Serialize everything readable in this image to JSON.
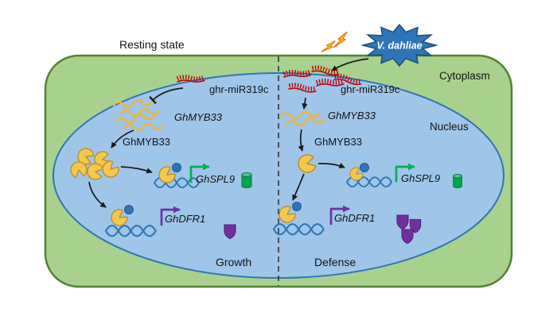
{
  "titles": {
    "left_state": "Resting state",
    "cytoplasm": "Cytoplasm",
    "nucleus": "Nucleus"
  },
  "pathogen": {
    "name": "V. dahliae"
  },
  "left": {
    "mirna": "ghr-miR319c",
    "mrna": "GhMYB33",
    "protein": "GhMYB33",
    "gene_growth": "GhSPL9",
    "gene_defense": "GhDFR1",
    "outcome": "Growth"
  },
  "right": {
    "mirna": "ghr-miR319c",
    "mrna": "GhMYB33",
    "protein": "GhMYB33",
    "gene_growth": "GhSPL9",
    "gene_defense": "GhDFR1",
    "outcome": "Defense"
  },
  "colors": {
    "cell_fill": "#a9d18e",
    "cell_border": "#538135",
    "nucleus_fill": "#9fc5e8",
    "nucleus_border": "#2e75b6",
    "mirna_red": "#c00000",
    "mrna_yellow": "#eeb63a",
    "protein_yellow": "#f4c84f",
    "cofactor_blue": "#2e75b6",
    "growth_green": "#00b050",
    "defense_purple": "#7030a0",
    "pathogen_burst_blue": "#2e75b6",
    "lightning_orange": "#ffc000"
  }
}
